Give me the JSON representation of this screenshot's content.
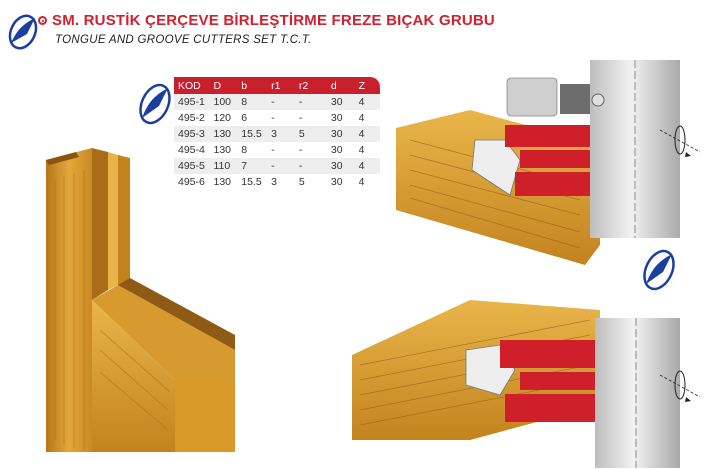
{
  "header": {
    "title": "SM. RUSTİK ÇERÇEVE BİRLEŞTİRME FREZE BIÇAK GRUBU",
    "subtitle": "TONGUE AND GROOVE CUTTERS SET T.C.T."
  },
  "table": {
    "headers": [
      "KOD",
      "D",
      "b",
      "r1",
      "r2",
      "d",
      "Z"
    ],
    "rows": [
      [
        "495-1",
        "100",
        "8",
        "-",
        "-",
        "30",
        "4"
      ],
      [
        "495-2",
        "120",
        "6",
        "-",
        "-",
        "30",
        "4"
      ],
      [
        "495-3",
        "130",
        "15.5",
        "3",
        "5",
        "30",
        "4"
      ],
      [
        "495-4",
        "130",
        "8",
        "-",
        "-",
        "30",
        "4"
      ],
      [
        "495-5",
        "110",
        "7",
        "-",
        "-",
        "30",
        "4"
      ],
      [
        "495-6",
        "130",
        "15.5",
        "3",
        "5",
        "30",
        "4"
      ]
    ]
  },
  "colors": {
    "brand_red": "#d1202f",
    "brand_blue": "#1b3f9e",
    "wood": "#d99a2c",
    "cutter_red": "#d21e2a",
    "steel": "#d8d8d8"
  },
  "icons": [
    "brand-logo-icon",
    "rotation-arrow-icon"
  ]
}
